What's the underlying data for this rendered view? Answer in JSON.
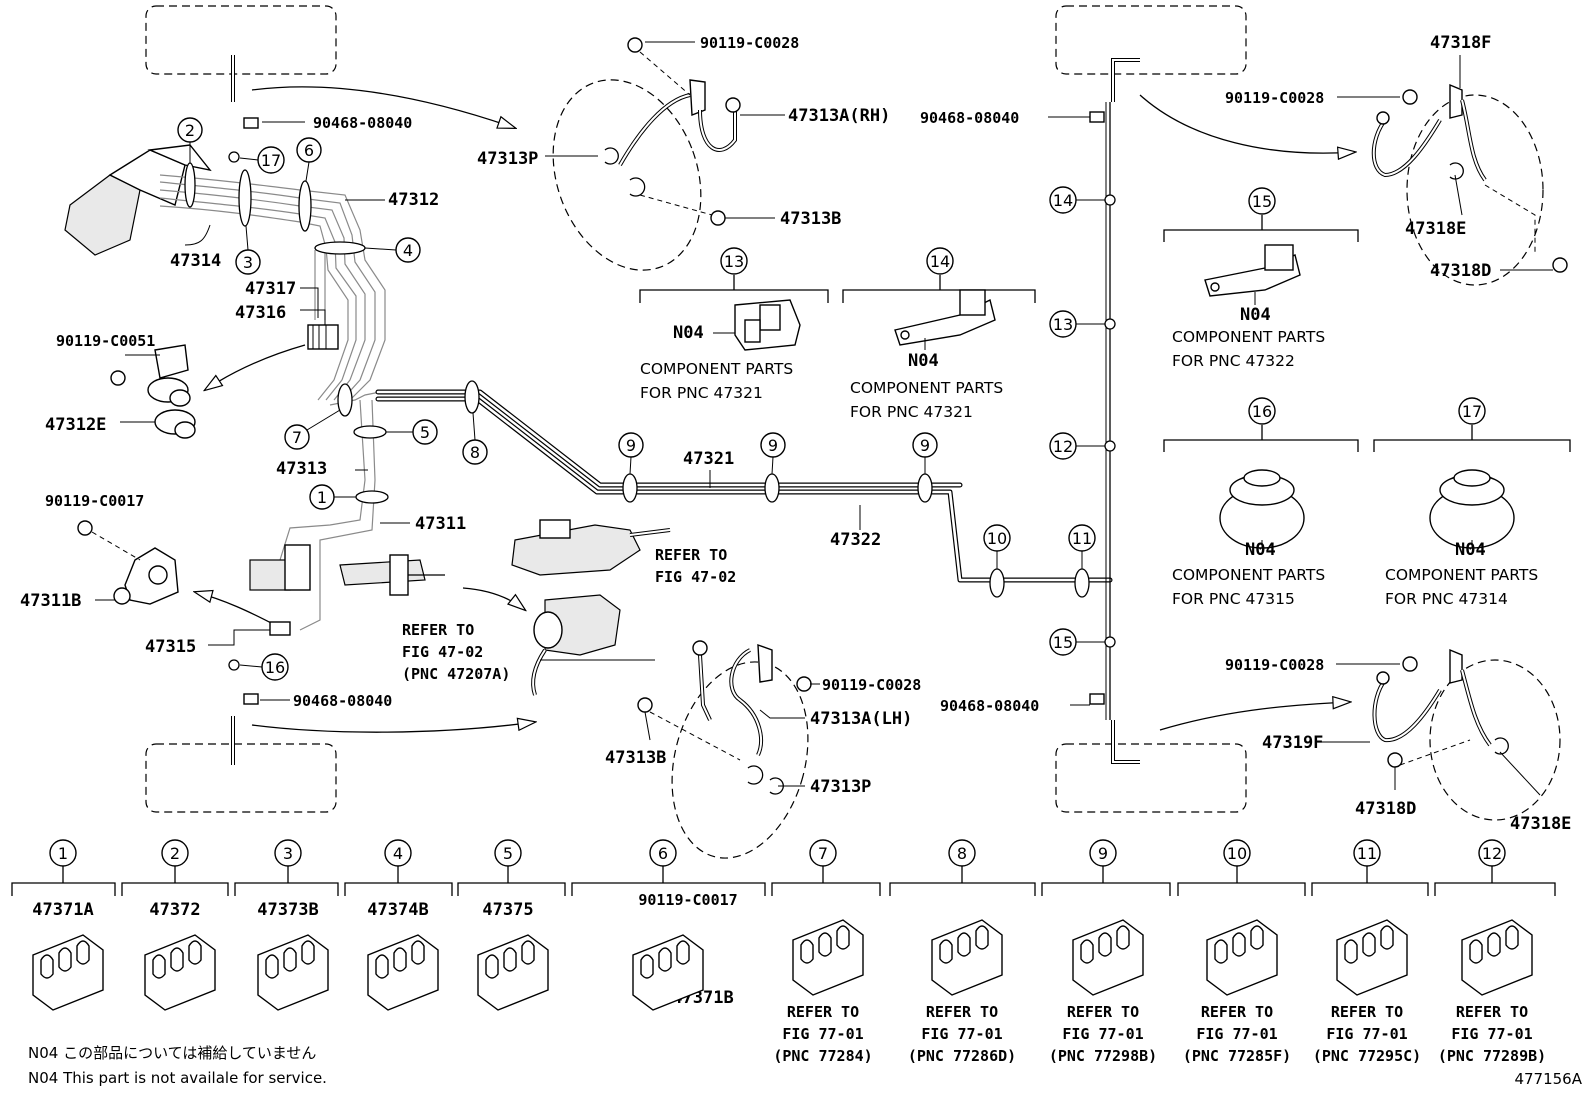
{
  "diagram_id": "477156A",
  "parts": {
    "p90119_C0028_top": "90119-C0028",
    "p47313A_RH": "47313A(RH)",
    "p90468_08040_tl": "90468-08040",
    "p47313P_top": "47313P",
    "p47313B_top": "47313B",
    "p47312": "47312",
    "p47314": "47314",
    "p47317": "47317",
    "p47316": "47316",
    "p90119_C0051": "90119-C0051",
    "p47312E": "47312E",
    "p47313": "47313",
    "p90119_C0017_left": "90119-C0017",
    "p47311": "47311",
    "p47311B": "47311B",
    "p47315": "47315",
    "p90468_08040_bl": "90468-08040",
    "p47321": "47321",
    "p47322": "47322",
    "p90468_08040_tr": "90468-08040",
    "p47318F": "47318F",
    "p90119_C0028_tr": "90119-C0028",
    "p47318E_top": "47318E",
    "p47318D_top": "47318D",
    "p90119_C0028_mid": "90119-C0028",
    "p47313A_LH": "47313A(LH)",
    "p47313B_bottom": "47313B",
    "p47313P_bottom": "47313P",
    "p90468_08040_br": "90468-08040",
    "p90119_C0028_br": "90119-C0028",
    "p47319F": "47319F",
    "p47318D_bottom": "47318D",
    "p47318E_bottom": "47318E"
  },
  "refers": {
    "fig4702_a_line1": "REFER TO",
    "fig4702_a_line2": "FIG 47-02",
    "fig4702_b_line1": "REFER TO",
    "fig4702_b_line2": "FIG 47-02",
    "fig4702_b_line3": "(PNC 47207A)"
  },
  "components": [
    {
      "num": "13",
      "code": "N04",
      "line1": "COMPONENT PARTS",
      "line2": "FOR PNC 47321"
    },
    {
      "num": "14",
      "code": "N04",
      "line1": "COMPONENT PARTS",
      "line2": "FOR PNC 47321"
    },
    {
      "num": "15",
      "code": "N04",
      "line1": "COMPONENT PARTS",
      "line2": "FOR PNC 47322"
    },
    {
      "num": "16",
      "code": "N04",
      "line1": "COMPONENT PARTS",
      "line2": "FOR PNC 47315"
    },
    {
      "num": "17",
      "code": "N04",
      "line1": "COMPONENT PARTS",
      "line2": "FOR PNC 47314"
    }
  ],
  "callouts": [
    "1",
    "2",
    "3",
    "4",
    "5",
    "6",
    "7",
    "8",
    "9",
    "9",
    "9",
    "10",
    "11",
    "12",
    "13",
    "14",
    "15",
    "16",
    "17"
  ],
  "bottom_row": [
    {
      "num": "1",
      "part": "47371A"
    },
    {
      "num": "2",
      "part": "47372"
    },
    {
      "num": "3",
      "part": "47373B"
    },
    {
      "num": "4",
      "part": "47374B"
    },
    {
      "num": "5",
      "part": "47375"
    },
    {
      "num": "6",
      "part": "47371B",
      "extra": "90119-C0017"
    },
    {
      "num": "7",
      "line1": "REFER TO",
      "line2": "FIG 77-01",
      "line3": "(PNC 77284)"
    },
    {
      "num": "8",
      "line1": "REFER TO",
      "line2": "FIG 77-01",
      "line3": "(PNC 77286D)"
    },
    {
      "num": "9",
      "line1": "REFER TO",
      "line2": "FIG 77-01",
      "line3": "(PNC 77298B)"
    },
    {
      "num": "10",
      "line1": "REFER TO",
      "line2": "FIG 77-01",
      "line3": "(PNC 77285F)"
    },
    {
      "num": "11",
      "line1": "REFER TO",
      "line2": "FIG 77-01",
      "line3": "(PNC 77295C)"
    },
    {
      "num": "12",
      "line1": "REFER TO",
      "line2": "FIG 77-01",
      "line3": "(PNC 77289B)"
    }
  ],
  "notes": {
    "jp": "N04 この部品については補給していません",
    "en": "N04 This part is not availale for service."
  }
}
